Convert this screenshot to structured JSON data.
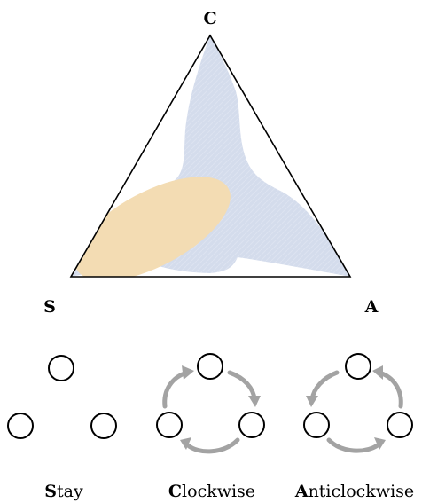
{
  "simplex": {
    "vertices": {
      "top": "C",
      "left": "S",
      "right": "A"
    },
    "region_colors": {
      "blue_region": "#d4dcec",
      "orange_region": "#f3dcb3"
    },
    "triangle_color": "#000000"
  },
  "legend": {
    "arrow_color": "#a3a3a3",
    "items": [
      {
        "initial": "S",
        "rest": "tay",
        "motion": "none"
      },
      {
        "initial": "C",
        "rest": "lockwise",
        "motion": "clockwise"
      },
      {
        "initial": "A",
        "rest": "nticlockwise",
        "motion": "anticlockwise"
      }
    ]
  }
}
